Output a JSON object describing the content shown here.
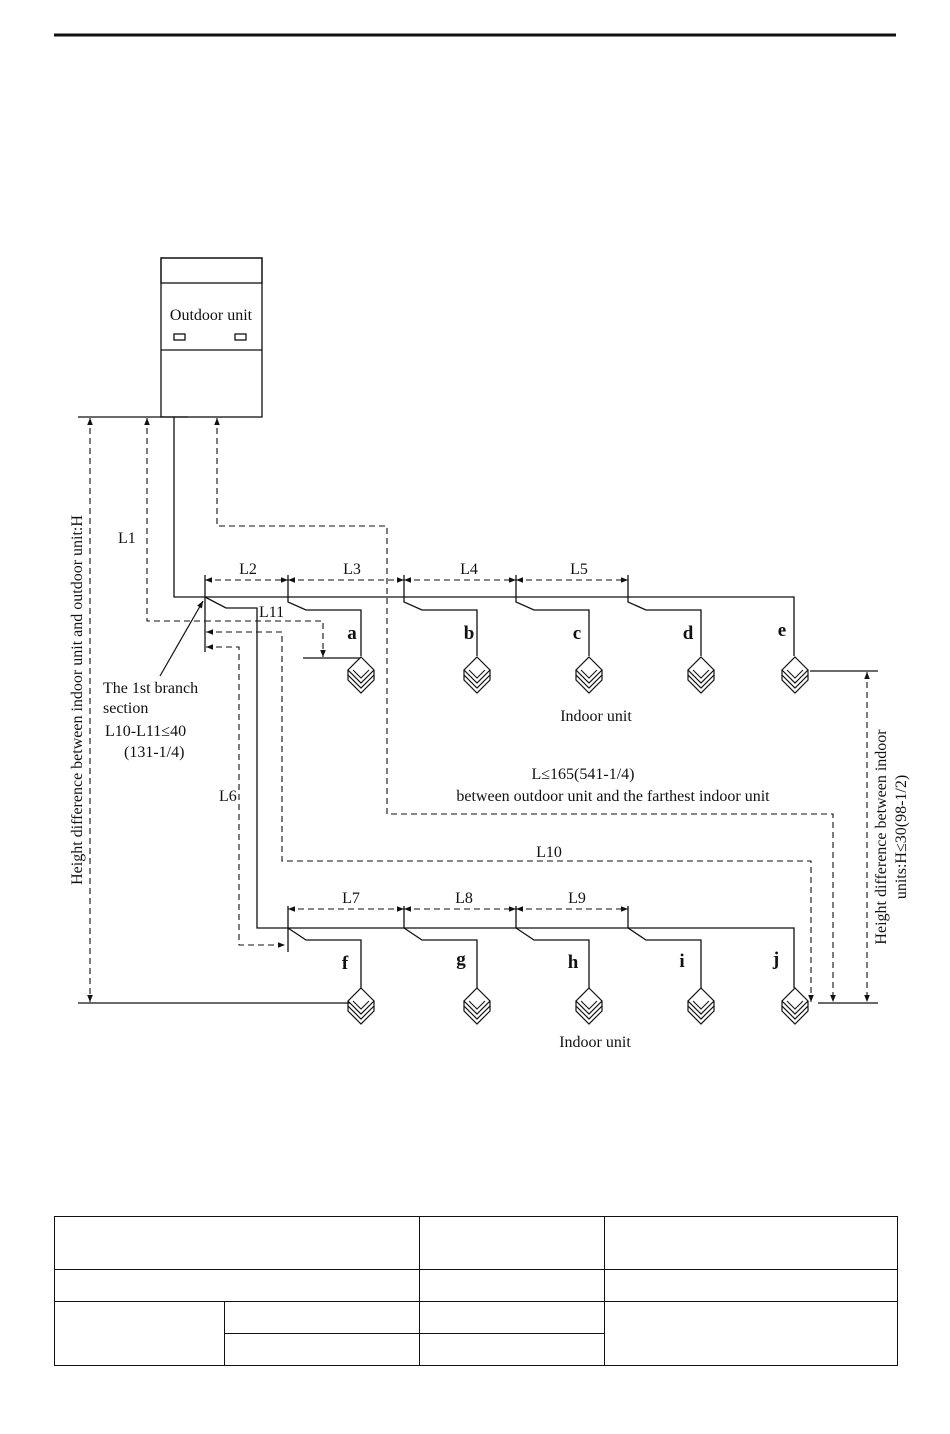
{
  "outdoor_unit_label": "Outdoor unit",
  "dimension_labels": {
    "L1": "L1",
    "L2": "L2",
    "L3": "L3",
    "L4": "L4",
    "L5": "L5",
    "L6": "L6",
    "L7": "L7",
    "L8": "L8",
    "L9": "L9",
    "L10": "L10",
    "L11": "L11"
  },
  "upper_units": [
    "a",
    "b",
    "c",
    "d",
    "e"
  ],
  "lower_units": [
    "f",
    "g",
    "h",
    "i",
    "j"
  ],
  "indoor_unit_label_upper": "Indoor unit",
  "indoor_unit_label_lower": "Indoor unit",
  "first_branch_note": {
    "line1": "The 1st branch",
    "line2": "section",
    "line3": "L10-L11≤40",
    "line4": "(131-1/4)"
  },
  "max_length_note": {
    "line1": "L≤165(541-1/4)",
    "line2": "between outdoor unit and the farthest indoor unit"
  },
  "height_outdoor_indoor_label": "Height difference between indoor unit and outdoor unit:H",
  "height_indoor_indoor_label": {
    "line1": "Height difference between indoor",
    "line2": "units:H≤30(98-1/2)"
  },
  "table_rows": [
    [
      "",
      "",
      ""
    ],
    [
      "",
      "",
      ""
    ],
    [
      "",
      "",
      "",
      ""
    ],
    [
      "",
      ""
    ]
  ]
}
